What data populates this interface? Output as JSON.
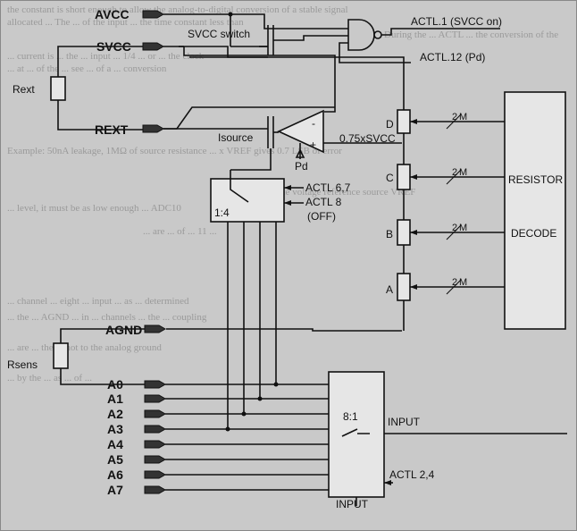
{
  "colors": {
    "paper": "#c9c9c9",
    "ink": "#111111",
    "ghost": "#9a9a9a"
  },
  "pins": {
    "avcc": "AVCC",
    "svcc": "SVCC",
    "rext": "REXT",
    "agnd": "AGND",
    "a0": "A0",
    "a1": "A1",
    "a2": "A2",
    "a3": "A3",
    "a4": "A4",
    "a5": "A5",
    "a6": "A6",
    "a7": "A7"
  },
  "labels": {
    "svcc_switch": "SVCC switch",
    "actl1": "ACTL.1 (SVCC on)",
    "actl12": "ACTL.12 (Pd)",
    "rext_resistor": "Rext",
    "isource": "Isource",
    "pd": "Pd",
    "v075": "0.75xSVCC",
    "actl67": "ACTL 6,7",
    "actl8": "ACTL 8",
    "off": "(OFF)",
    "mux14": "1:4",
    "rsens": "Rsens",
    "mux81": "8:1",
    "input_out": "INPUT",
    "input_box": "INPUT",
    "actl24": "ACTL 2,4",
    "resistor": "RESISTOR",
    "decode": "DECODE",
    "tap_d": "D",
    "tap_c": "C",
    "tap_b": "B",
    "tap_a": "A",
    "m2": "2",
    "m": "M"
  },
  "ghost_text": [
    "the constant is short enough to allow the analog-to-digital conversion of a stable signal",
    "allocated ... The ... of the input ... the time constant less than",
    "During the ... ACTL ... the conversion of the",
    "... current is ... the ... input ... 1/4 ... or ... the clock",
    "... at ... of the ... see ... of a ... conversion",
    "Example: 50nA leakage, 1MΩ of source resistance ... x VREF gives 0.7 LSB of error",
    "... the voltage reference source VREF",
    "... level, it must be as low enough ... ADC10",
    "... are ... of ... 11 ...",
    "... channel ... eight ... input ... as ... determined",
    "... the ... AGND ... in ... channels ... the ... coupling",
    "... are ... the ... not to the analog ground",
    "... by the ... as ... of ..."
  ]
}
